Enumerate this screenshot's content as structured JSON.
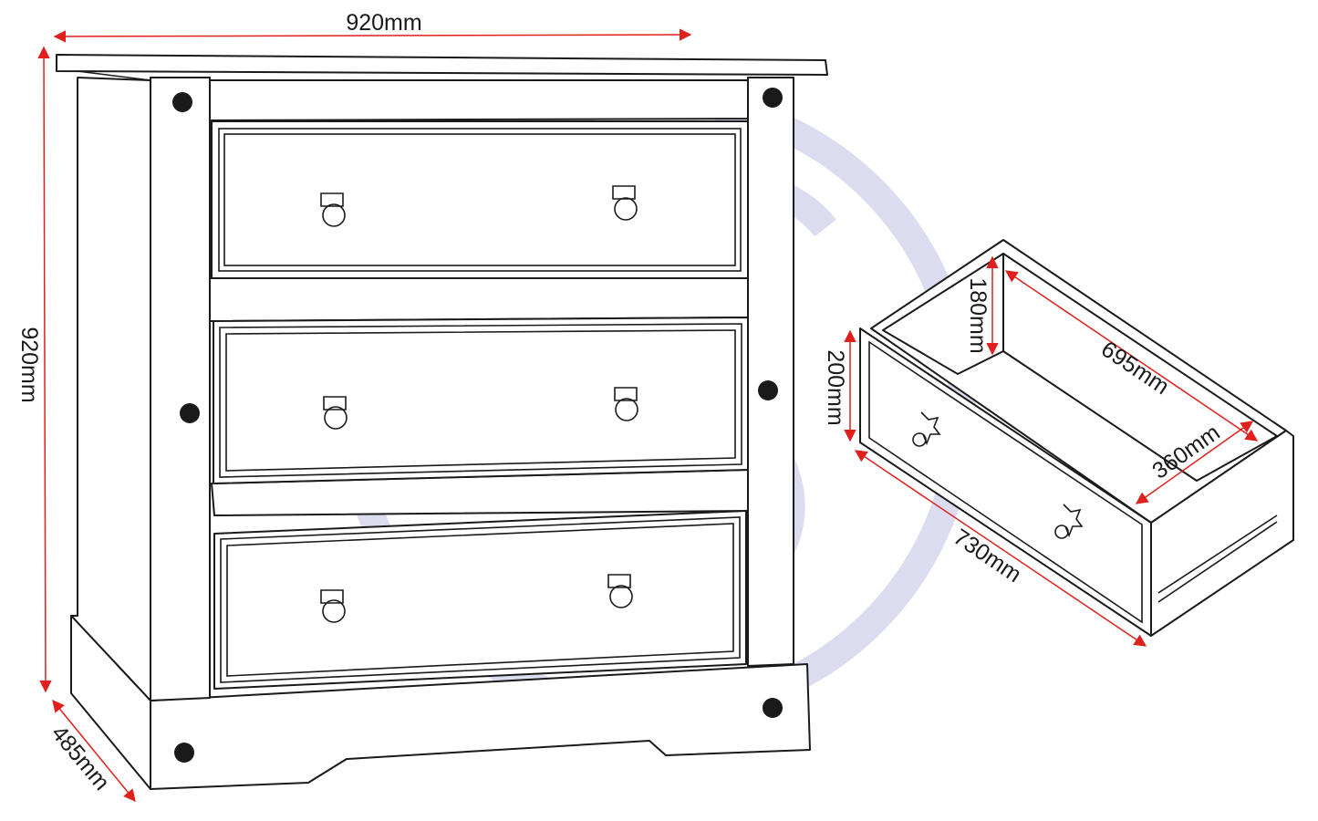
{
  "colors": {
    "dimension_line": "#e0201c",
    "outline": "#1a1a1a",
    "watermark": "#dcdcf0"
  },
  "chest": {
    "width_label": "920mm",
    "height_label": "920mm",
    "depth_label": "485mm"
  },
  "drawer": {
    "inner_height_label": "180mm",
    "front_height_label": "200mm",
    "inner_depth_label": "695mm",
    "inner_width_label": "360mm",
    "outer_depth_label": "730mm"
  }
}
